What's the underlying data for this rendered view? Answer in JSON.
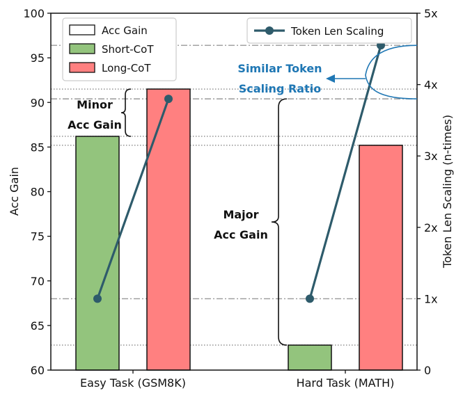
{
  "chart_data": {
    "type": "bar",
    "categories": [
      "Easy Task (GSM8K)",
      "Hard Task (MATH)"
    ],
    "series": [
      {
        "name": "Short-CoT",
        "axis": "left",
        "values": [
          86.2,
          62.8
        ],
        "color": "#93c47d"
      },
      {
        "name": "Long-CoT",
        "axis": "left",
        "values": [
          91.5,
          85.2
        ],
        "color": "#ff8080"
      },
      {
        "name": "Token Len Scaling",
        "axis": "right",
        "type": "line",
        "values": [
          [
            1.0,
            3.8
          ],
          [
            1.0,
            4.55
          ]
        ],
        "color": "#2e5b6b"
      }
    ],
    "legend": [
      "Acc Gain",
      "Short-CoT",
      "Long-CoT"
    ],
    "legend_line": "Token Len Scaling",
    "ylabel": "Acc Gain",
    "y2label": "Token Len Scaling (n-times)",
    "ylim": [
      60,
      100
    ],
    "yticks": [
      "60",
      "65",
      "70",
      "75",
      "80",
      "85",
      "90",
      "95",
      "100"
    ],
    "y2lim": [
      0,
      5
    ],
    "y2ticks": [
      "0",
      "1x",
      "2x",
      "3x",
      "4x",
      "5x"
    ],
    "annotations": {
      "minor": [
        "Minor",
        "Acc Gain"
      ],
      "major": [
        "Major",
        "Acc Gain"
      ],
      "similar": [
        "Similar Token",
        "Scaling Ratio"
      ]
    }
  }
}
